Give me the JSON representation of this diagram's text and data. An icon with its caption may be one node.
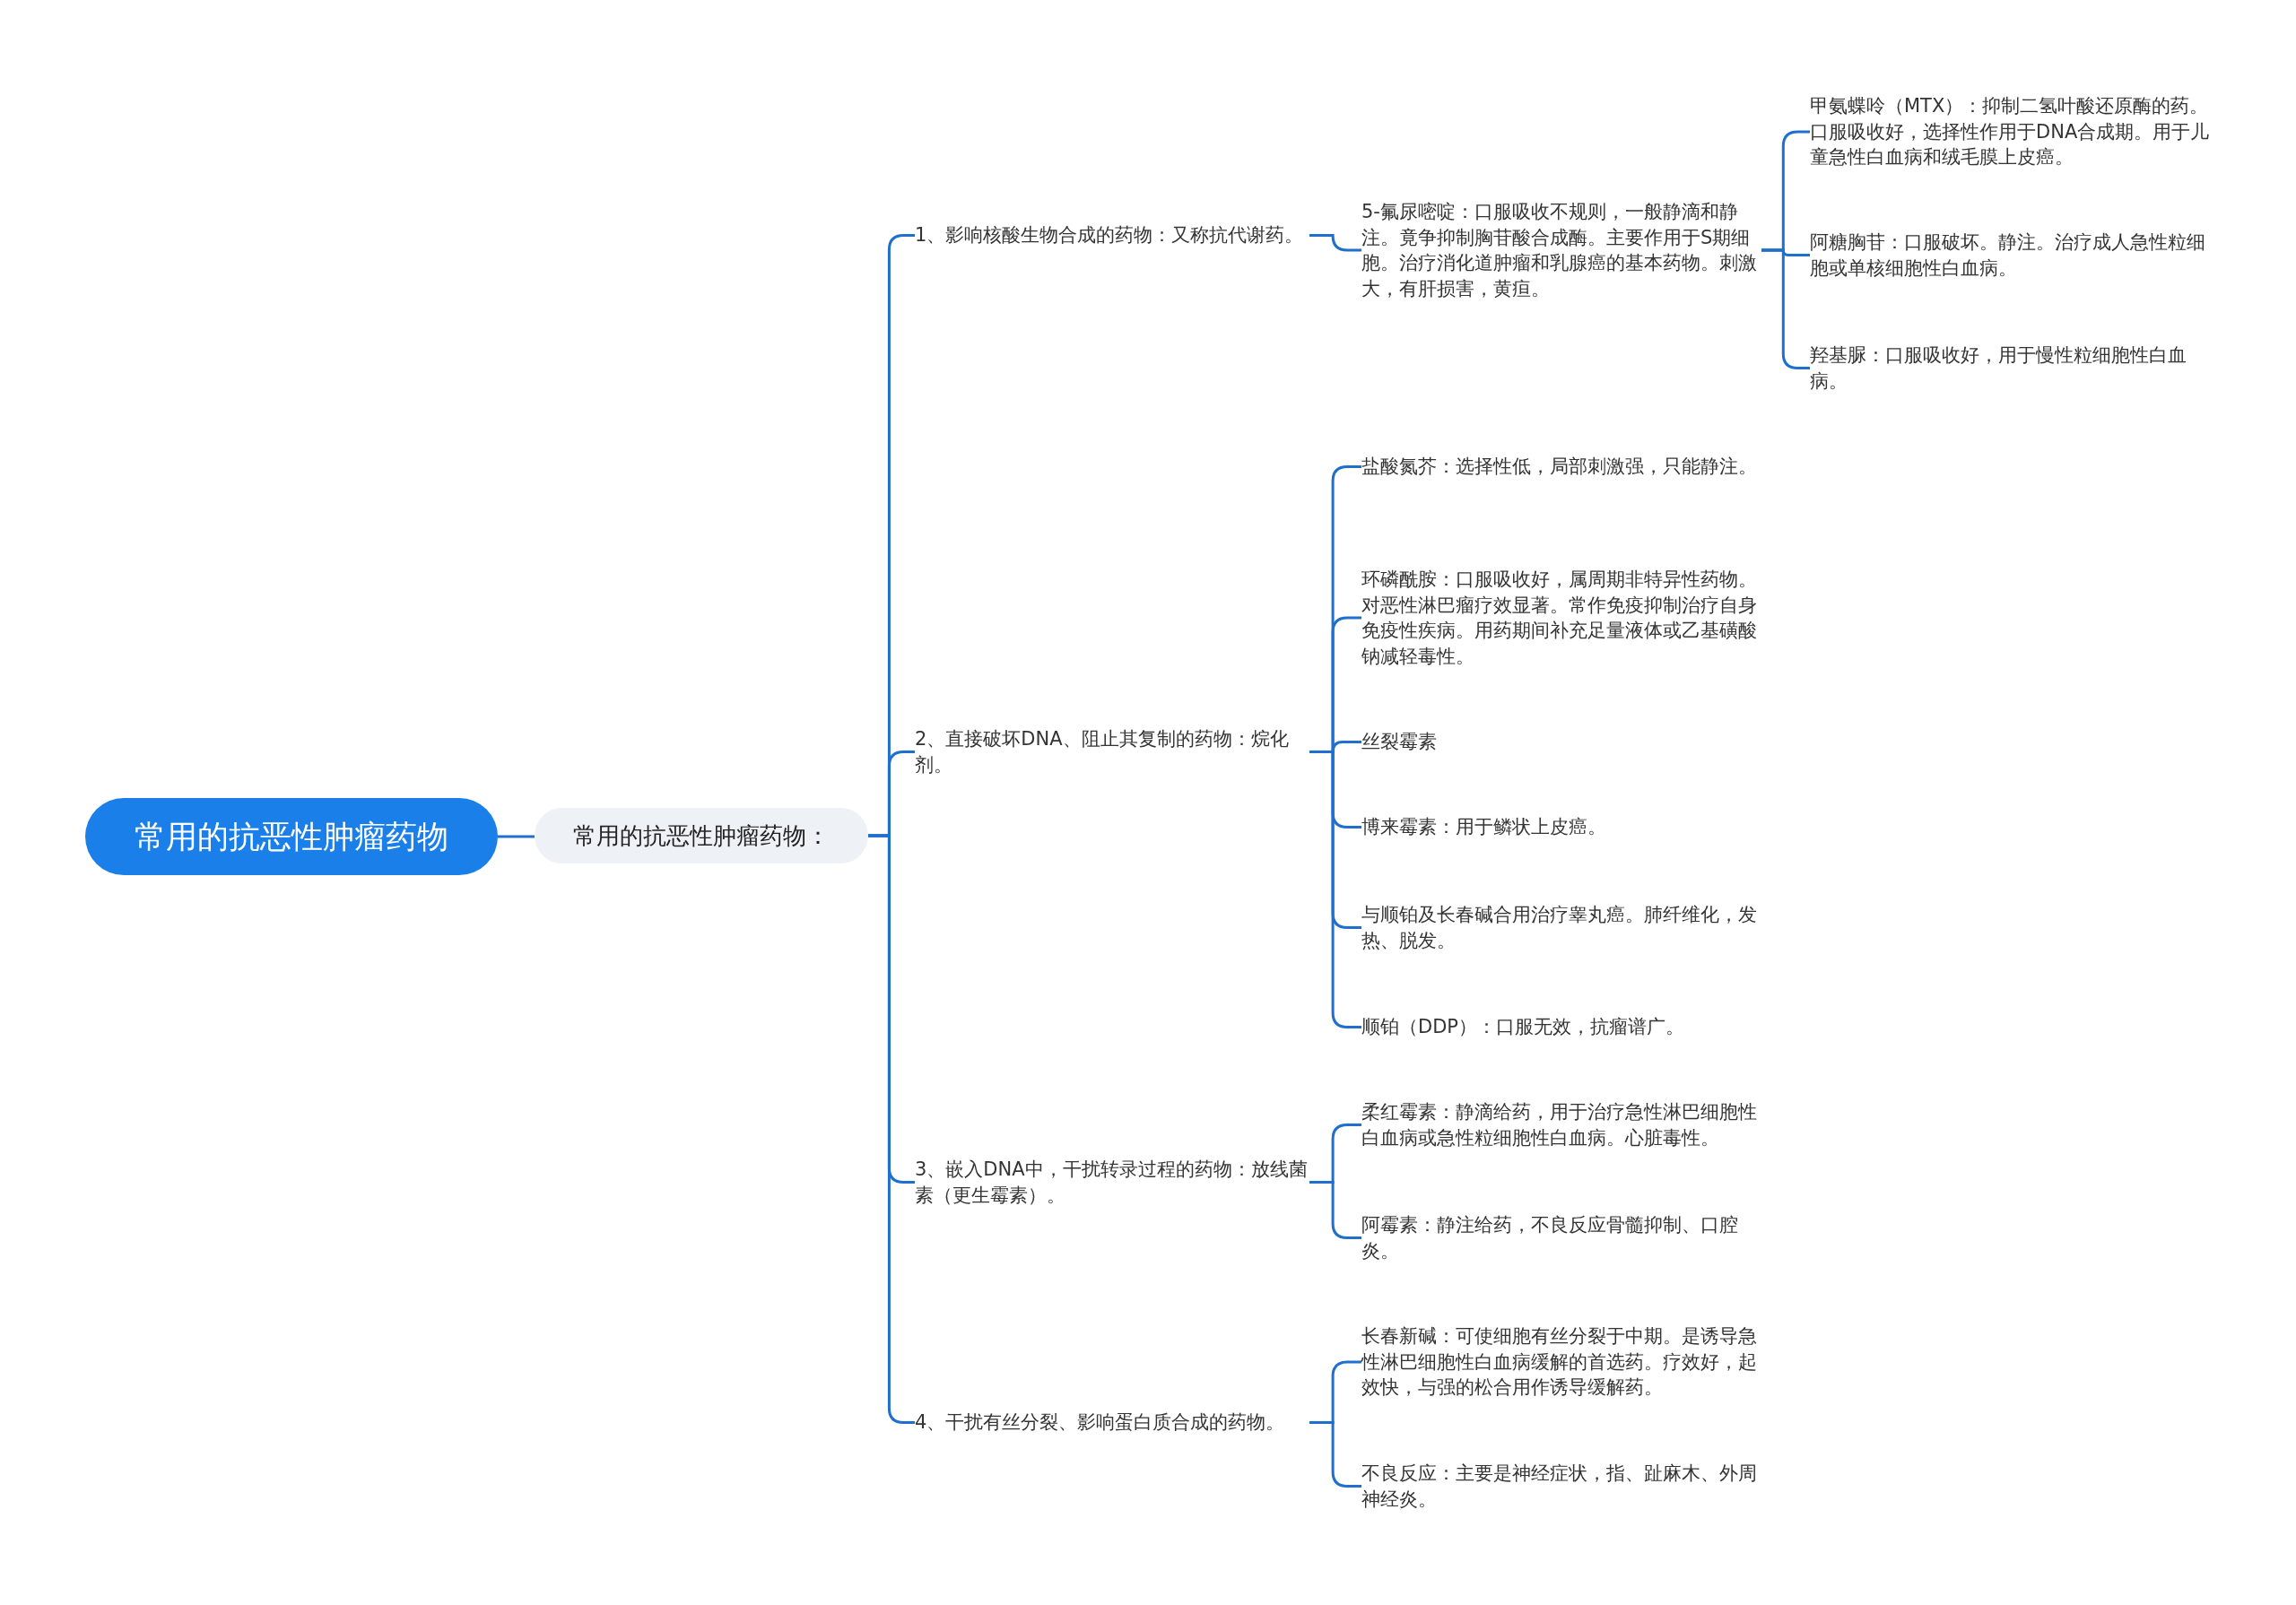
{
  "diagram": {
    "nodes": [
      {
        "text": [
          "常用的抗恶性肿瘤药物"
        ]
      },
      {
        "text": [
          "常用的抗恶性肿瘤药物："
        ]
      },
      {
        "text": [
          "1、影响核酸生物合成的药物：又称抗代谢药。"
        ]
      },
      {
        "text": [
          "2、直接破坏DNA、阻止其复制的药物：烷化剂。"
        ]
      },
      {
        "text": [
          "3、嵌入DNA中，干扰转录过程的药物：放线菌素（更生霉素）。"
        ]
      },
      {
        "text": [
          "4、干扰有丝分裂、影响蛋白质合成的药物。"
        ]
      },
      {
        "text": [
          "5-氟尿嘧啶：口服吸收不规则，一般静滴和静注。竟争抑制胸苷酸合成酶。主要作用于S期细胞。治疗消化道肿瘤和乳腺癌的基本药物。刺激大，有肝损害，黄疸。"
        ]
      },
      {
        "text": [
          "甲氨蝶呤（MTX）：抑制二氢叶酸还原酶的药。口服吸收好，选择性作用于DNA合成期。用于儿童急性白血病和绒毛膜上皮癌。"
        ]
      },
      {
        "text": [
          "阿糖胸苷：口服破坏。静注。治疗成人急性粒细胞或单核细胞性白血病。"
        ]
      },
      {
        "text": [
          "羟基脲：口服吸收好，用于慢性粒细胞性白血病。"
        ]
      },
      {
        "text": [
          "盐酸氮芥：选择性低，局部刺激强，只能静注。"
        ]
      },
      {
        "text": [
          "环磷酰胺：口服吸收好，属周期非特异性药物。对恶性淋巴瘤疗效显著。常作免疫抑制治疗自身免疫性疾病。用药期间补充足量液体或乙基磺酸钠减轻毒性。"
        ]
      },
      {
        "text": [
          "丝裂霉素"
        ]
      },
      {
        "text": [
          "博来霉素：用于鳞状上皮癌。"
        ]
      },
      {
        "text": [
          "与顺铂及长春碱合用治疗睾丸癌。肺纤维化，发热、脱发。"
        ]
      },
      {
        "text": [
          "顺铂（DDP）：口服无效，抗瘤谱广。"
        ]
      },
      {
        "text": [
          "柔红霉素：静滴给药，用于治疗急性淋巴细胞性白血病或急性粒细胞性白血病。心脏毒性。"
        ]
      },
      {
        "text": [
          "阿霉素：静注给药，不良反应骨髓抑制、口腔炎。"
        ]
      },
      {
        "text": [
          "长春新碱：可使细胞有丝分裂于中期。是诱导急性淋巴细胞性白血病缓解的首选药。疗效好，起效快，与强的松合用作诱导缓解药。"
        ]
      },
      {
        "text": [
          "不良反应：主要是神经症状，指、趾麻木、外周神经炎。"
        ]
      }
    ],
    "edges": [
      {
        "from": 0,
        "to": 1,
        "arrow": "none"
      },
      {
        "from": 1,
        "to": 2,
        "arrow": "none"
      },
      {
        "from": 1,
        "to": 3,
        "arrow": "none"
      },
      {
        "from": 1,
        "to": 4,
        "arrow": "none"
      },
      {
        "from": 1,
        "to": 5,
        "arrow": "none"
      },
      {
        "from": 2,
        "to": 6,
        "arrow": "none"
      },
      {
        "from": 6,
        "to": 7,
        "arrow": "none"
      },
      {
        "from": 6,
        "to": 8,
        "arrow": "none"
      },
      {
        "from": 6,
        "to": 9,
        "arrow": "none"
      },
      {
        "from": 3,
        "to": 10,
        "arrow": "none"
      },
      {
        "from": 3,
        "to": 11,
        "arrow": "none"
      },
      {
        "from": 3,
        "to": 12,
        "arrow": "none"
      },
      {
        "from": 3,
        "to": 13,
        "arrow": "none"
      },
      {
        "from": 3,
        "to": 14,
        "arrow": "none"
      },
      {
        "from": 3,
        "to": 15,
        "arrow": "none"
      },
      {
        "from": 4,
        "to": 16,
        "arrow": "none"
      },
      {
        "from": 4,
        "to": 17,
        "arrow": "none"
      },
      {
        "from": 5,
        "to": 18,
        "arrow": "none"
      },
      {
        "from": 5,
        "to": 19,
        "arrow": "none"
      }
    ]
  }
}
